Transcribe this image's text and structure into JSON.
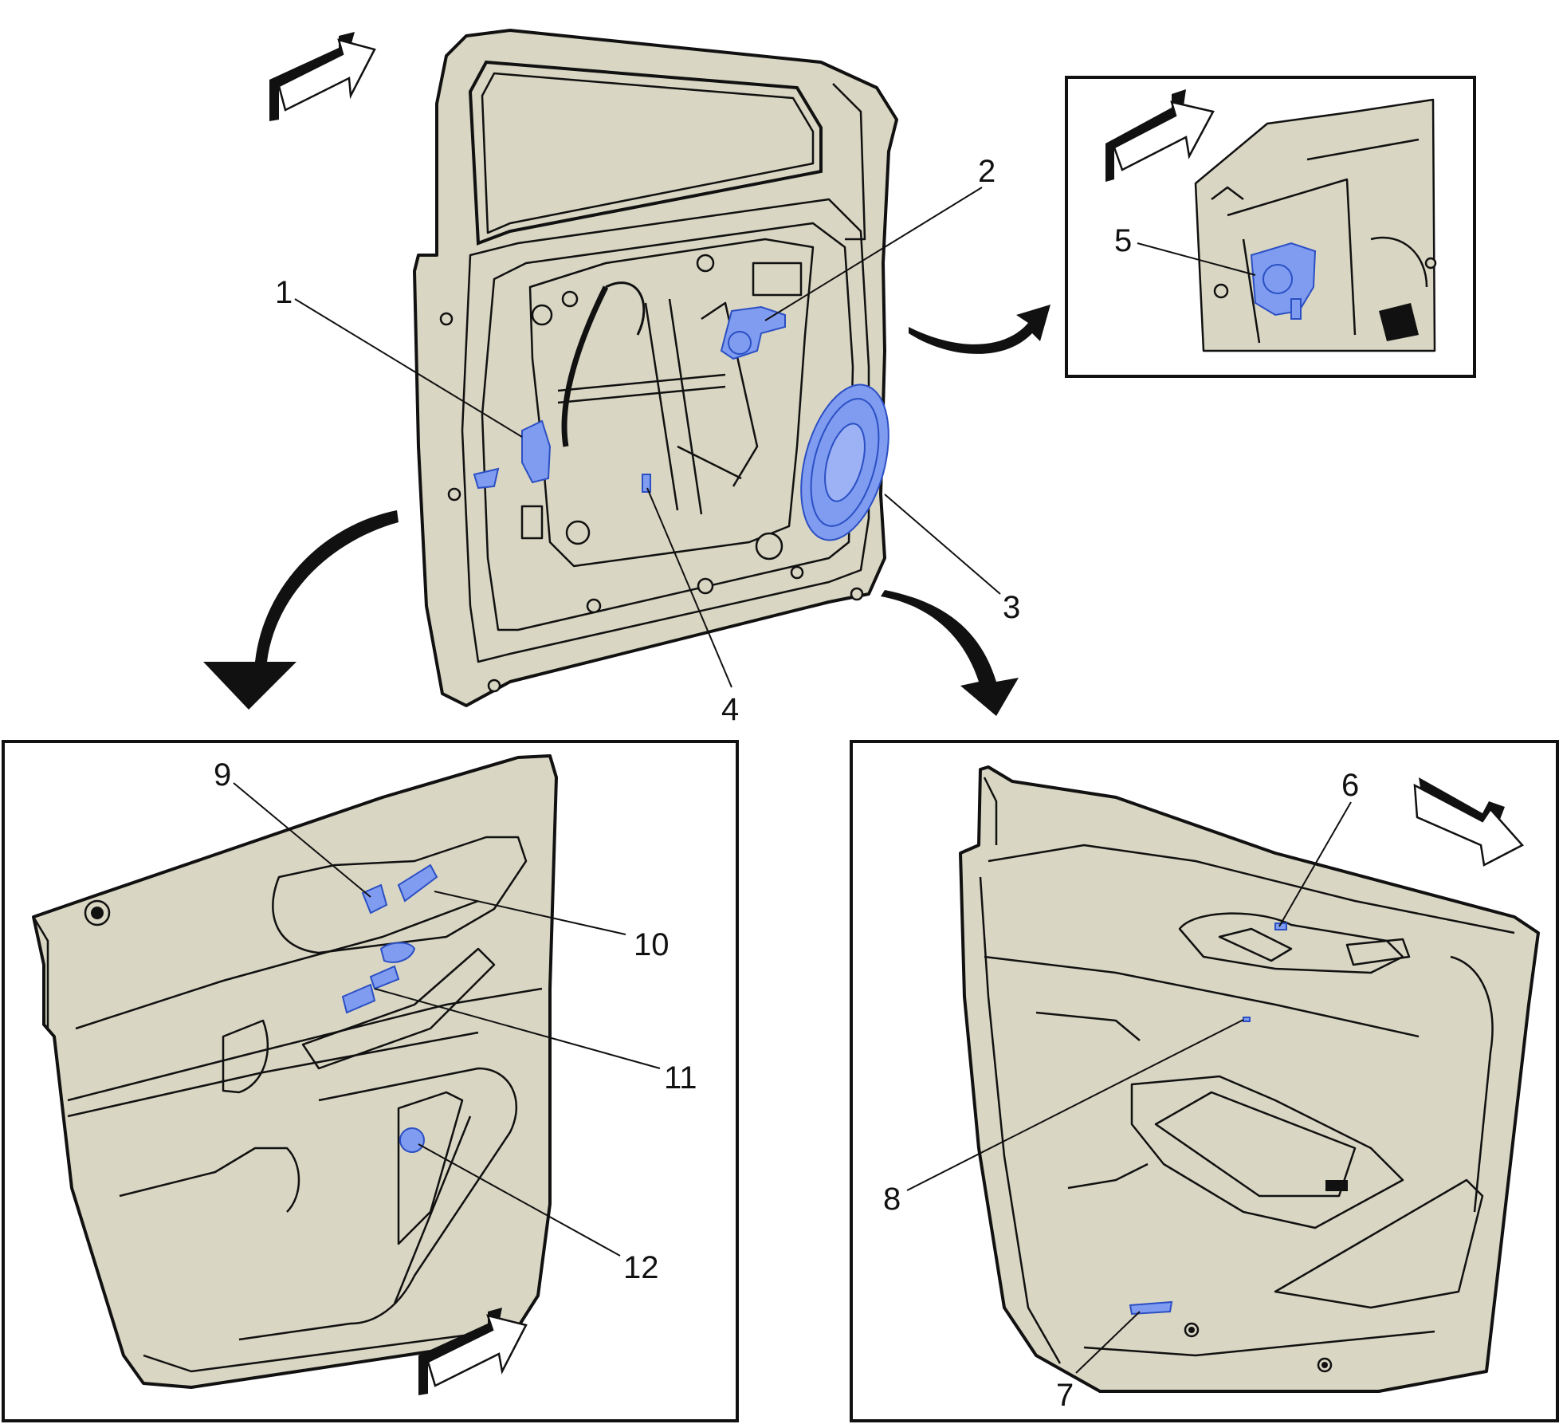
{
  "callouts": {
    "c1": "1",
    "c2": "2",
    "c3": "3",
    "c4": "4",
    "c5": "5",
    "c6": "6",
    "c7": "7",
    "c8": "8",
    "c9": "9",
    "c10": "10",
    "c11": "11",
    "c12": "12"
  },
  "colors": {
    "panel_fill": "#d9d6c3",
    "highlight": "#7f9cf0",
    "outline": "#111111"
  },
  "icons": [
    "front-direction-arrow-icon",
    "view-transition-arrow-icon"
  ]
}
